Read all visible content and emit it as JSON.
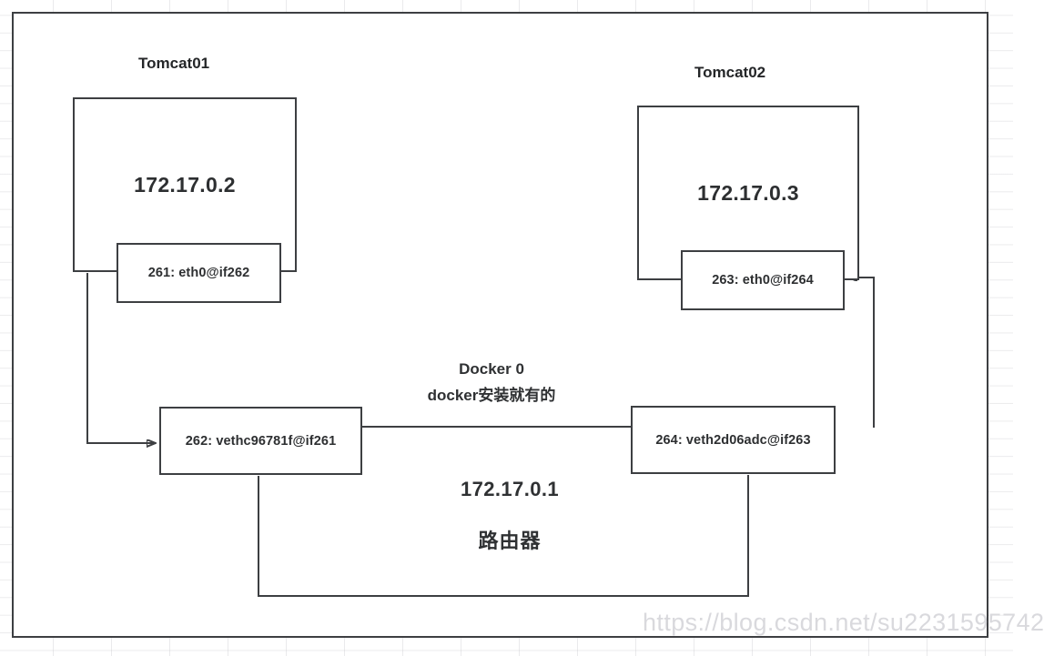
{
  "diagram": {
    "title_left": "Tomcat01",
    "title_right": "Tomcat02",
    "containers": [
      {
        "name": "tomcat01",
        "label": "Tomcat01",
        "ip": "172.17.0.2"
      },
      {
        "name": "tomcat02",
        "label": "Tomcat02",
        "ip": "172.17.0.3"
      }
    ],
    "interfaces": [
      {
        "name": "eth0-tomcat01",
        "label": "261: eth0@if262"
      },
      {
        "name": "eth0-tomcat02",
        "label": "263: eth0@if264"
      },
      {
        "name": "veth-261",
        "label": "262: vethc96781f@if261"
      },
      {
        "name": "veth-263",
        "label": "264: veth2d06adc@if263"
      }
    ],
    "bridge": {
      "title": "Docker 0",
      "subtitle": "docker安装就有的",
      "ip": "172.17.0.1",
      "role": "路由器"
    },
    "watermark": "https://blog.csdn.net/su2231595742",
    "colors": {
      "stroke": "#3d3f42",
      "text": "#2d2f31",
      "background": "#ffffff",
      "grid": "#bebec3",
      "watermark": "#d9d9dd"
    }
  }
}
